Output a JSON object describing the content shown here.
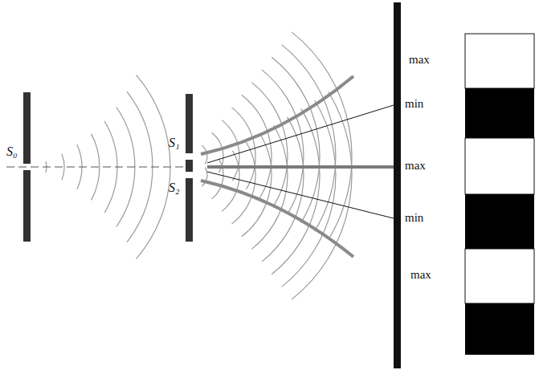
{
  "diagram": {
    "labels": [
      "S₀",
      "S₁",
      "S₂",
      "max",
      "min",
      "max",
      "min",
      "max"
    ]
  }
}
